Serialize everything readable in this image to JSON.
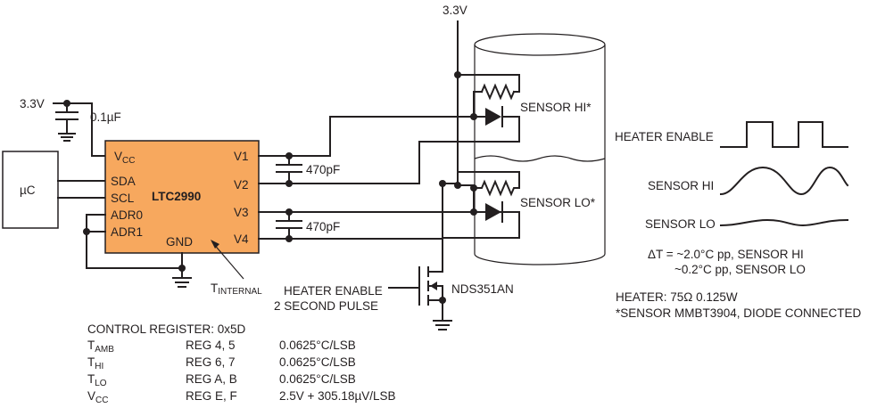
{
  "chip": {
    "name": "LTC2990",
    "pins_left": {
      "vcc_main": "V",
      "vcc_sub": "CC",
      "sda": "SDA",
      "scl": "SCL",
      "adr0": "ADR0",
      "adr1": "ADR1"
    },
    "pins_right": {
      "v1": "V1",
      "v2": "V2",
      "v3": "V3",
      "v4": "V4"
    },
    "gnd": "GND"
  },
  "supply": {
    "left": "3.3V",
    "top": "3.3V"
  },
  "decoupling_cap": "0.1µF",
  "mcu": "µC",
  "filter_caps": {
    "top": "470pF",
    "bottom": "470pF"
  },
  "tinternal": {
    "main": "T",
    "sub": "INTERNAL"
  },
  "sensors": {
    "hi": "SENSOR HI*",
    "lo": "SENSOR LO*"
  },
  "mosfet": {
    "part": "NDS351AN",
    "label_line1": "HEATER ENABLE",
    "label_line2": "2 SECOND PULSE"
  },
  "waveforms": {
    "heater_enable": "HEATER ENABLE",
    "sensor_hi": "SENSOR HI",
    "sensor_lo": "SENSOR LO",
    "delta_line1": "ΔT = ~2.0°C pp, SENSOR HI",
    "delta_line2": "~0.2°C pp, SENSOR LO"
  },
  "notes": {
    "heater": "HEATER: 75Ω 0.125W",
    "sensor": "*SENSOR MMBT3904, DIODE CONNECTED"
  },
  "control_register": {
    "title": "CONTROL REGISTER: 0x5D",
    "rows": [
      {
        "name": "T",
        "sub": "AMB",
        "reg": "REG 4, 5",
        "value": "0.0625°C/LSB"
      },
      {
        "name": "T",
        "sub": "HI",
        "reg": "REG 6, 7",
        "value": "0.0625°C/LSB"
      },
      {
        "name": "T",
        "sub": "LO",
        "reg": "REG A, B",
        "value": "0.0625°C/LSB"
      },
      {
        "name": "V",
        "sub": "CC",
        "reg": "REG E, F",
        "value": "2.5V + 305.18µV/LSB"
      }
    ]
  },
  "colors": {
    "chip_fill": "#f7a85e",
    "line": "#231f20",
    "background": "#ffffff"
  }
}
